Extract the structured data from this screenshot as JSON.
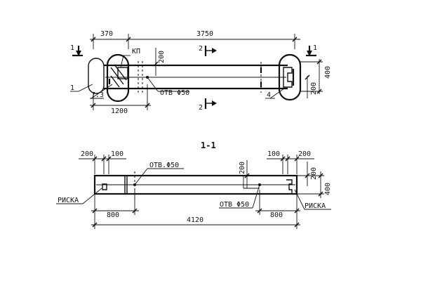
{
  "plan": {
    "dim_left": "370",
    "dim_total": "3750",
    "dim_bottom": "1200",
    "dim_post": "200",
    "dim_right_h": "400",
    "dim_right_v": "200",
    "kp": "КП",
    "hole": "ОТВ Φ50",
    "callout_1": "1",
    "callout_73": "7.3",
    "callout_4": "4",
    "section_left": "1",
    "section_right": "1",
    "section_top": "2",
    "section_bottom": "2"
  },
  "section": {
    "title": "1-1",
    "dim_200_l": "200",
    "dim_100_l": "100",
    "dim_100_r": "100",
    "dim_200_r": "200",
    "dim_vert_l": "200",
    "dim_vert_r": "200",
    "dim_h": "400",
    "hole_top": "ОТВ.Φ50",
    "hole_bottom": "ОТВ Φ50",
    "risk_left": "РИСКА",
    "risk_right": "РИСКА",
    "dim_800_l": "800",
    "dim_800_r": "800",
    "dim_total": "4120"
  }
}
